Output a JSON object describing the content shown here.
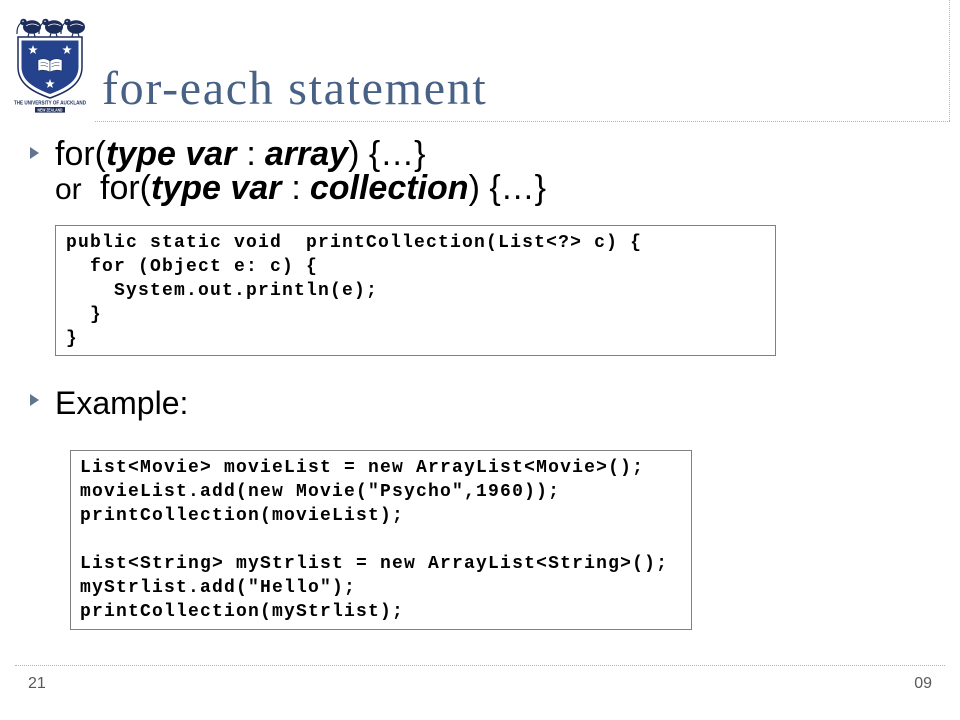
{
  "slide": {
    "title": "for-each statement"
  },
  "logo": {
    "icon": "university-of-auckland-crest",
    "name_line": "THE UNIVERSITY OF AUCKLAND",
    "country_line": "NEW ZEALAND"
  },
  "bullets": {
    "marker_icon": "triangle-right",
    "syntax": {
      "array_form": {
        "open": "for(",
        "declaration": "type var",
        "separator": ":",
        "source": "array",
        "close": ") {…}"
      },
      "connector": "or",
      "collection_form": {
        "open": "for(",
        "declaration": "type var",
        "separator": ":",
        "source": "collection",
        "close": ") {…}"
      }
    },
    "example_label": "Example:"
  },
  "code_blocks": {
    "print_collection": {
      "lines": [
        "public static void  printCollection(List<?> c) {",
        "  for (Object e: c) {",
        "    System.out.println(e);",
        "  }",
        "}"
      ]
    },
    "example": {
      "groups": [
        [
          "List<Movie> movieList = new ArrayList<Movie>();",
          "movieList.add(new Movie(\"Psycho\",1960));",
          "printCollection(movieList);"
        ],
        [
          "List<String> myStrlist = new ArrayList<String>();",
          "myStrlist.add(\"Hello\");",
          "printCollection(myStrlist);"
        ]
      ]
    }
  },
  "footer": {
    "page_number": "21",
    "right_text": "09"
  },
  "theme_colors": {
    "title": "#476285",
    "bullet_marker": "#617590",
    "divider": "#a9b6c8",
    "crest_navy": "#1c2d5c",
    "crest_field": "#24438c",
    "code_border": "#808080"
  }
}
